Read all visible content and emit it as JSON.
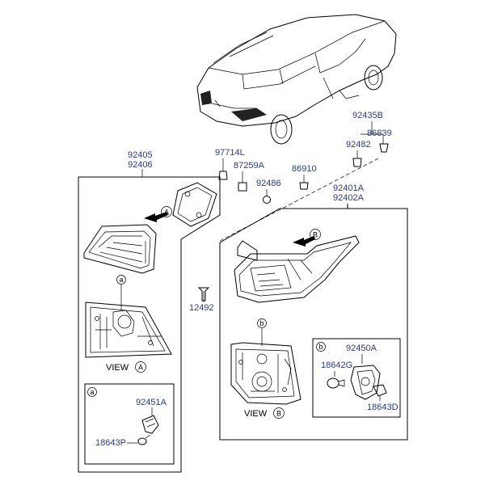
{
  "colors": {
    "part_number": "#2a3a8f",
    "line": "#000000"
  },
  "parts": {
    "p92405": "92405",
    "p92406": "92406",
    "p97714L": "97714L",
    "p87259A": "87259A",
    "p86910": "86910",
    "p92486": "92486",
    "p92435B": "92435B",
    "p86839": "86839",
    "p92482": "92482",
    "p92401A": "92401A",
    "p92402A": "92402A",
    "p12492": "12492",
    "p92451A": "92451A",
    "p18643P": "18643P",
    "p92450A": "92450A",
    "p18642G": "18642G",
    "p18643D": "18643D"
  },
  "markers": {
    "a": "a",
    "b": "b",
    "A": "A",
    "B": "B"
  },
  "views": {
    "view_word": "VIEW"
  }
}
